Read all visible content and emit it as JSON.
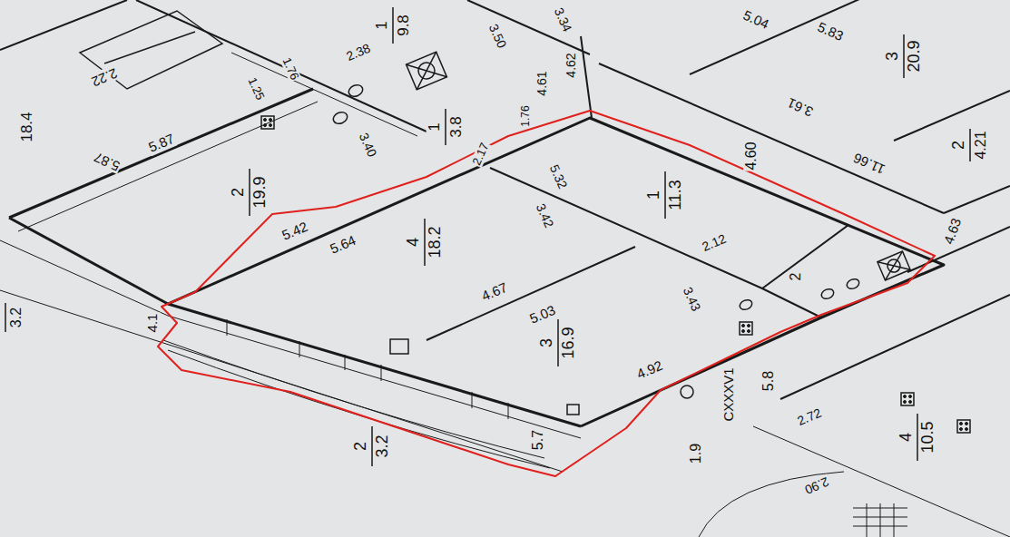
{
  "diagram": {
    "labels": [
      "1",
      "9.8",
      "3.50",
      "3.34",
      "5.04",
      "5.83",
      "3",
      "20.9",
      "2.22",
      "2.38",
      "1.76",
      "1.25",
      "4.62",
      "4.61",
      "1.76",
      "3.61",
      "18.4",
      "1",
      "3.8",
      "3.40",
      "2.17",
      "5.87",
      "5.87",
      "2",
      "19.9",
      "11.66",
      "2",
      "4.21",
      "4.60",
      "5.32",
      "3.42",
      "1",
      "11.3",
      "4.63",
      "5.42",
      "5.64",
      "4",
      "18.2",
      "2.12",
      "2",
      "4.67",
      "3.43",
      "5.03",
      "4.1",
      "3.2",
      "3",
      "16.9",
      "4.92",
      "CXXXV1",
      "5.8",
      "2.72",
      "4",
      "10.5",
      "5.7",
      "2",
      "3.2",
      "1.9",
      "2.90"
    ]
  }
}
